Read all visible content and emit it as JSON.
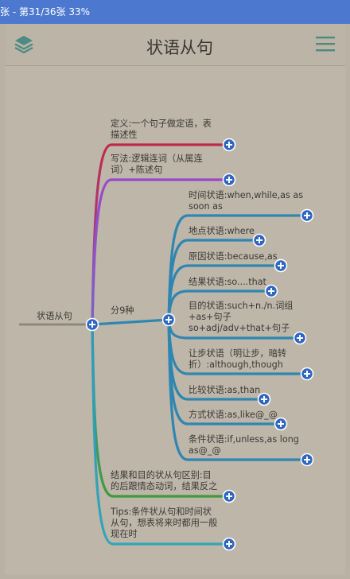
{
  "status_bar": {
    "text": "张 - 第31/36张 33%"
  },
  "toolbar": {
    "title": "状语从句",
    "left_icon": "layers-icon",
    "right_icon": "hamburger-menu-icon"
  },
  "colors": {
    "status_bar": "#4d78cf",
    "node_plus": "#2f66c0",
    "branch_red": "#c0284a",
    "branch_purple": "#9a48c8",
    "branch_blue": "#2f86b0",
    "branch_green": "#3f9a3a",
    "branch_teal": "#33a0b5",
    "root_line": "#8f8880"
  },
  "mindmap": {
    "root": "状语从句",
    "branches": {
      "definition": "定义:一个句子做定语，表\n描述性",
      "writing": "写法:逻辑连词（从属连\n词）+陈述句",
      "types": "分9种",
      "difference": "结果和目的状从句区别:目\n的后跟情态动词，结果反之",
      "tips": "Tips:条件状从句和时间状\n从句，想表将来时都用一般\n现在时"
    },
    "types_children": {
      "time": "时间状语:when,while,as  as\nsoon  as",
      "place": "地点状语:where",
      "reason": "原因状语:because,as",
      "result": "结果状语:so....that",
      "purpose": "目的状语:such+n./n.词组\n+as+句子\nso+adj/adv+that+句子",
      "concession": "让步状语（明让步，暗转\n折）:although,though",
      "comparison": "比较状语:as,than",
      "manner": "方式状语:as,like@_@",
      "condition": "条件状语:if,unless,as  long\nas@_@"
    }
  }
}
